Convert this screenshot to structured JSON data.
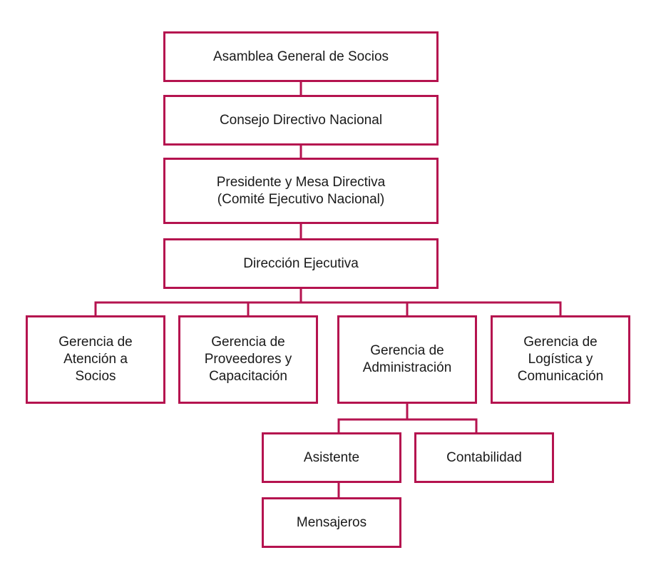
{
  "colors": {
    "accent": "#b5134f",
    "text": "#1a1a1a",
    "background": "#ffffff"
  },
  "nodes": {
    "asamblea": "Asamblea General de Socios",
    "consejo": "Consejo Directivo Nacional",
    "presidente": "Presidente y Mesa Directiva (Comité Ejecutivo Nacional)",
    "direccion": "Dirección Ejecutiva",
    "gerencia_atencion": "Gerencia de Atención a Socios",
    "gerencia_proveedores": "Gerencia de Proveedores y Capacitación",
    "gerencia_administracion": "Gerencia de Administración",
    "gerencia_logistica": "Gerencia de Logística y Comunicación",
    "asistente": "Asistente",
    "contabilidad": "Contabilidad",
    "mensajeros": "Mensajeros"
  }
}
